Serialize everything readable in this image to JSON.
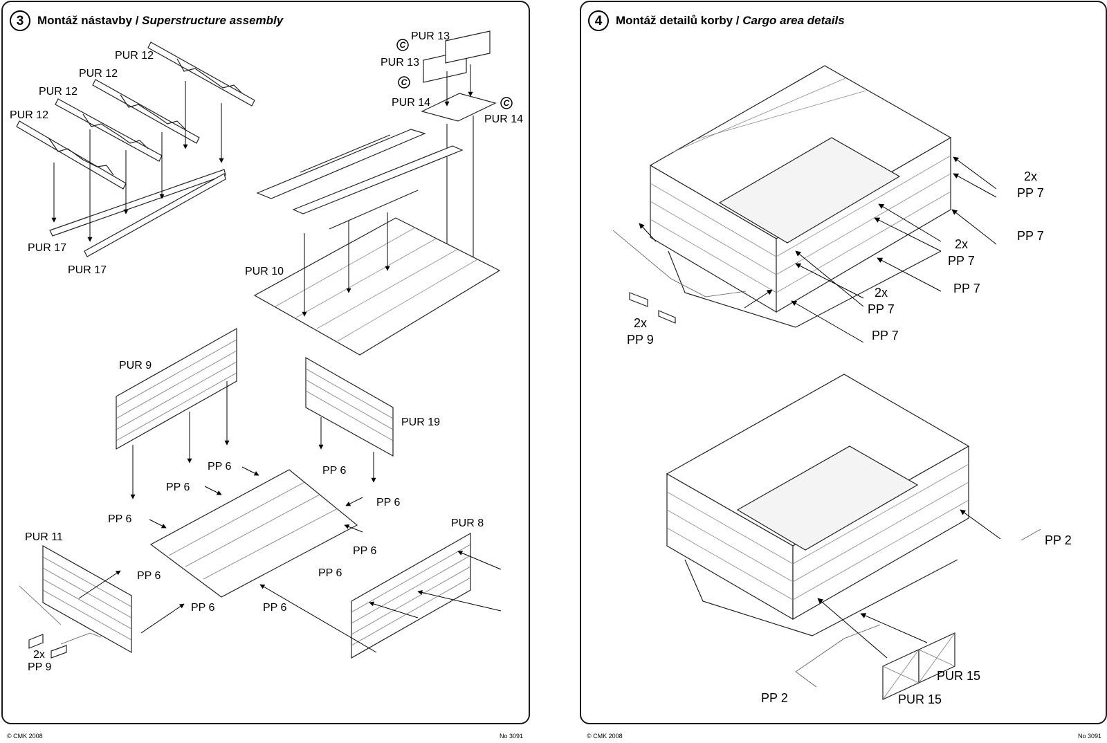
{
  "step3": {
    "number": "3",
    "title_cz": "Montáž nástavby / ",
    "title_en": "Superstructure assembly",
    "labels": {
      "pur12": "PUR 12",
      "pur17": "PUR 17",
      "pur13": "PUR 13",
      "pur14": "PUR 14",
      "pur10": "PUR 10",
      "pur9": "PUR 9",
      "pur19": "PUR 19",
      "pur11": "PUR 11",
      "pur8": "PUR 8",
      "pp6": "PP 6",
      "pp9": "PP 9",
      "two_x": "2x",
      "c": "C"
    }
  },
  "step4": {
    "number": "4",
    "title_cz": "Montáž detailů korby / ",
    "title_en": "Cargo area details",
    "labels": {
      "pp7": "PP 7",
      "two_x": "2x",
      "pp9": "PP 9",
      "pp2": "PP 2",
      "pur15": "PUR 15"
    }
  },
  "footer": {
    "copyright": "© CMK 2008",
    "number": "No 3091"
  }
}
